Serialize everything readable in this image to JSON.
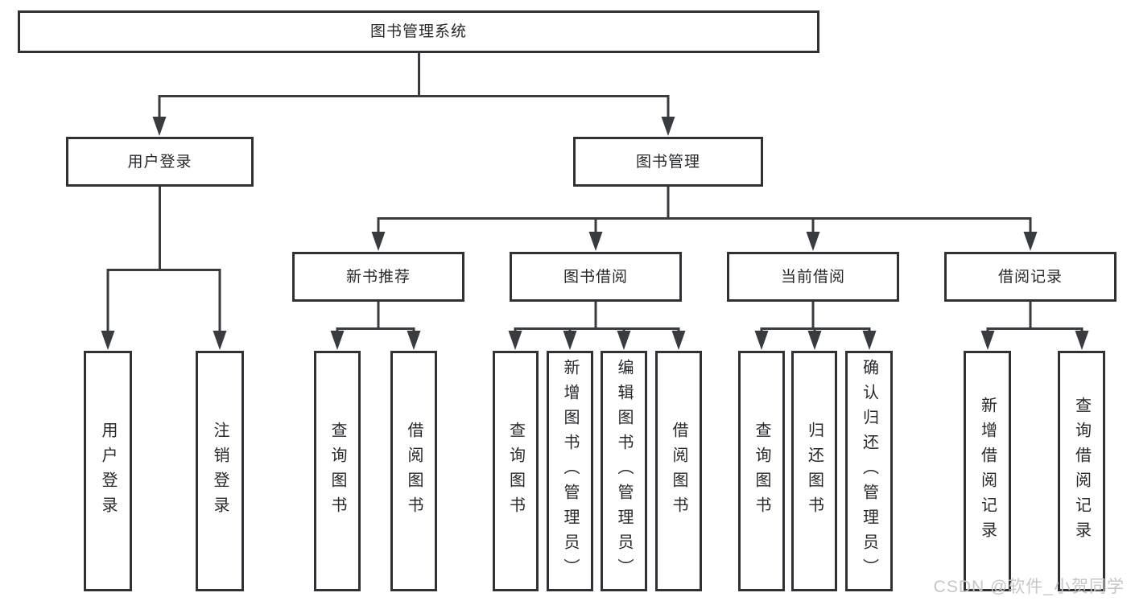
{
  "tree": {
    "root": "图书管理系统",
    "branches": [
      {
        "label": "用户登录",
        "children": [
          "用户登录",
          "注销登录"
        ]
      },
      {
        "label": "图书管理",
        "groups": [
          {
            "label": "新书推荐",
            "children": [
              "查询图书",
              "借阅图书"
            ]
          },
          {
            "label": "图书借阅",
            "children": [
              "查询图书",
              "新增图书（管理员）",
              "编辑图书（管理员）",
              "借阅图书"
            ]
          },
          {
            "label": "当前借阅",
            "children": [
              "查询图书",
              "归还图书",
              "确认归还（管理员）"
            ]
          },
          {
            "label": "借阅记录",
            "children": [
              "新增借阅记录",
              "查询借阅记录"
            ]
          }
        ]
      }
    ]
  },
  "watermark": {
    "text": "CSDN @软件_小贺同学"
  },
  "colors": {
    "line": "#383b40",
    "border": "#2e3136",
    "text": "#26282b",
    "watermark": "#c6c6c6"
  }
}
